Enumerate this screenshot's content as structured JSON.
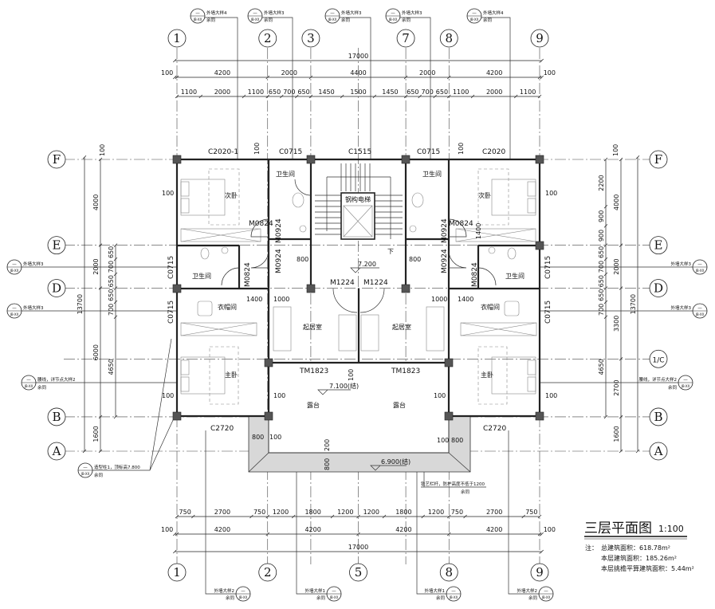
{
  "drawing": {
    "title": "三层平面图",
    "scale": "1:100",
    "notes": {
      "prefix": "注：",
      "lines": [
        "总建筑面积：618.78m²",
        "本层建筑面积：185.26m²",
        "本层挑檐平算建筑面积：5.44m²"
      ]
    }
  },
  "axes": {
    "top": [
      "1",
      "2",
      "3",
      "7",
      "8",
      "9"
    ],
    "bottom": [
      "1",
      "2",
      "5",
      "8",
      "9"
    ],
    "left": [
      "F",
      "E",
      "D",
      "B",
      "A"
    ],
    "right": [
      "F",
      "E",
      "D",
      "1/C",
      "B",
      "A"
    ]
  },
  "dimensions": {
    "top_total": "17000",
    "top_main": [
      "100",
      "4200",
      "2000",
      "4400",
      "2000",
      "4200",
      "100"
    ],
    "top_sub": [
      "1100",
      "2000",
      "1100",
      "650",
      "700",
      "650",
      "1450",
      "1500",
      "1450",
      "650",
      "700",
      "650",
      "1100",
      "2000",
      "1100"
    ],
    "bottom_sub": [
      "750",
      "2700",
      "750",
      "1200",
      "1800",
      "1200",
      "1200",
      "1800",
      "1200",
      "750",
      "2700",
      "750"
    ],
    "bottom_main": [
      "100",
      "4200",
      "4200",
      "4200",
      "4200",
      "100"
    ],
    "bottom_total": "17000",
    "left_total": "13700",
    "left_main": [
      "4000",
      "2000",
      "6000",
      "1600"
    ],
    "left_sub": [
      "650",
      "700",
      "650",
      "650",
      "700",
      "4650"
    ],
    "right_top": "100",
    "left_top": "100",
    "right_sub": [
      "2200",
      "900",
      "900",
      "650",
      "700",
      "650",
      "650",
      "700",
      "4650"
    ],
    "right_main": [
      "4000",
      "2000",
      "3300",
      "2700",
      "1600"
    ],
    "right_total": "13700",
    "inner": {
      "wall_100_a": "100",
      "wall_100_b": "100",
      "wall_100_c": "100",
      "wall_100_d": "100",
      "terrace_100_a": "100",
      "terrace_100_b": "100",
      "terrace_100_c": "100",
      "terrace_100_d": "100",
      "terrace_100_e": "100",
      "corr_800_a": "800",
      "corr_800_b": "800",
      "closet_1400_a": "1400",
      "closet_1000_a": "1000",
      "closet_1000_b": "1000",
      "closet_1400_b": "1400",
      "right_1400": "1400",
      "rail_800_a": "800",
      "rail_800_b": "800",
      "rail_200": "200",
      "rail_800_c": "800",
      "top_100_a": "100",
      "top_100_b": "100"
    }
  },
  "rooms": {
    "bedroom2_l": "次卧",
    "bedroom2_r": "次卧",
    "bath_top_l": "卫生间",
    "bath_top_r": "卫生间",
    "bath_l": "卫生间",
    "bath_r": "卫生间",
    "elevator": "钢构电梯",
    "closet_l": "衣帽间",
    "closet_r": "衣帽间",
    "living_l": "起居室",
    "living_r": "起居室",
    "master_l": "主卧",
    "master_r": "主卧",
    "terrace_l": "露台",
    "terrace_r": "露台"
  },
  "openings": {
    "w_top_1": "C2020-1",
    "w_top_2": "C0715",
    "w_top_3": "C1515",
    "w_top_4": "C0715",
    "w_top_5": "C2020",
    "w_left_1": "C0715",
    "w_left_2": "C0715",
    "w_right_1": "C0715",
    "w_right_2": "C0715",
    "w_bot_l": "C2720",
    "w_bot_r": "C2720",
    "d1": "M0824",
    "d2": "M0924",
    "d3": "M0924",
    "d4": "M0824",
    "d5": "M0824",
    "d6": "M0924",
    "d7": "M0924",
    "d8": "M0824",
    "d9": "M1224",
    "d10": "M1224",
    "d11": "TM1823",
    "d12": "TM1823"
  },
  "levels": {
    "floor": "7.200",
    "terrace": "7.100(结)",
    "eave": "6.900(结)",
    "stair_down": "下"
  },
  "callouts": {
    "top": [
      {
        "text": "外墙大样4",
        "sub": "余同"
      },
      {
        "text": "外墙大样3",
        "sub": "余同"
      },
      {
        "text": "外墙大样3",
        "sub": "余同"
      },
      {
        "text": "外墙大样3",
        "sub": "余同"
      },
      {
        "text": "外墙大样4",
        "sub": "余同"
      }
    ],
    "bottom": [
      {
        "text": "外墙大样2",
        "sub": "余同"
      },
      {
        "text": "外墙大样1",
        "sub": "余同"
      },
      {
        "text": "外墙大样1",
        "sub": "余同"
      },
      {
        "text": "外墙大样2",
        "sub": "余同"
      }
    ],
    "left": [
      {
        "text": "外墙大样3"
      },
      {
        "text": "外墙大样3"
      },
      {
        "text": "腰线，详节点大样2",
        "sub": "余同"
      },
      {
        "text": "造型柱1，顶标高7.800",
        "sub": "余同"
      }
    ],
    "right": [
      {
        "text": "外墙大样3"
      },
      {
        "text": "外墙大样3"
      },
      {
        "text": "腰线，详节点大样2",
        "sub": "余同"
      }
    ],
    "railing": {
      "text": "铁艺栏杆，防护高度不低于1200",
      "sub": "余同"
    },
    "marker_top": "—",
    "marker_bottom": "JB-XX"
  }
}
